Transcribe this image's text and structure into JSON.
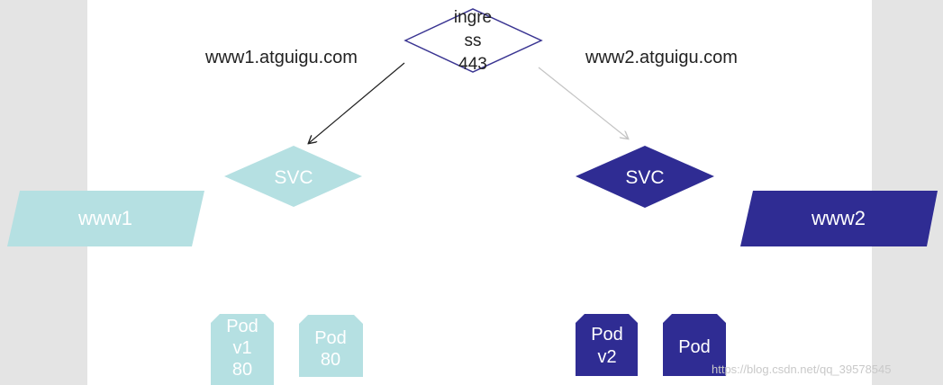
{
  "ingress": {
    "lines": [
      "ingre",
      "ss",
      "443"
    ]
  },
  "hosts": {
    "left": "www1.atguigu.com",
    "right": "www2.atguigu.com"
  },
  "svc_left": {
    "label": "SVC"
  },
  "svc_right": {
    "label": "SVC"
  },
  "service_left": {
    "label": "www1"
  },
  "service_right": {
    "label": "www2"
  },
  "pods_left": [
    {
      "lines": [
        "Pod",
        "v1",
        "80"
      ]
    },
    {
      "lines": [
        "Pod",
        "80"
      ]
    }
  ],
  "pods_right": [
    {
      "lines": [
        "Pod",
        "v2"
      ]
    },
    {
      "lines": [
        "Pod"
      ]
    }
  ],
  "watermark": "https://blog.csdn.net/qq_39578545",
  "colors": {
    "light_shape": "#b5e0e2",
    "dark_shape": "#2f2c93",
    "ingress_border": "#3a3592",
    "slide_background": "#ffffff",
    "page_background": "#e6e6e6"
  }
}
